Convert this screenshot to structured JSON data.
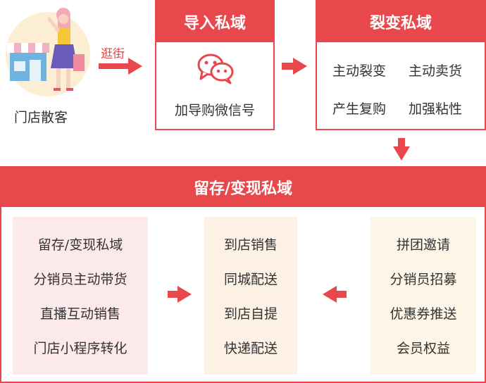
{
  "store_visitor": {
    "label": "门店散客",
    "arrow_label": "逛街"
  },
  "import": {
    "title": "导入私域",
    "caption": "加导购微信号",
    "icon": "wechat-icon"
  },
  "fission": {
    "title": "裂变私域",
    "items": [
      "主动裂变",
      "主动卖货",
      "产生复购",
      "加强粘性"
    ]
  },
  "retain": {
    "title": "留存/变现私域",
    "left_items": [
      "留存/变现私域",
      "分销员主动带货",
      "直播互动销售",
      "门店小程序转化"
    ],
    "middle_items": [
      "到店销售",
      "同城配送",
      "到店自提",
      "快递配送"
    ],
    "right_items": [
      "拼团邀请",
      "分销员招募",
      "优惠券推送",
      "会员权益"
    ]
  },
  "colors": {
    "accent": "#e8474b",
    "panel_pink": "#fce9ec",
    "panel_peach": "#fdf1e6",
    "panel_cream": "#fdf6e8"
  }
}
